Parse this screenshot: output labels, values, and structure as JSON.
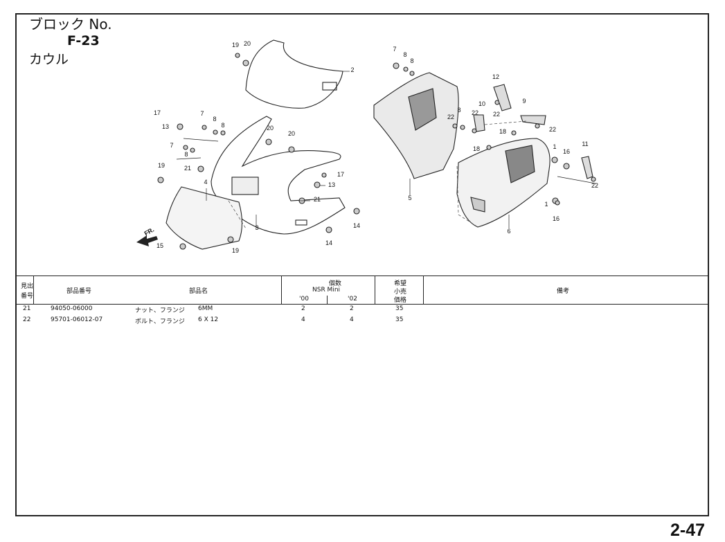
{
  "header": {
    "block_label": "ブロック No.",
    "block_code": "F-23",
    "section_name": "カウル"
  },
  "diagram": {
    "callouts": [
      "1",
      "1",
      "2",
      "3",
      "4",
      "5",
      "6",
      "7",
      "7",
      "7",
      "8",
      "8",
      "8",
      "8",
      "8",
      "8",
      "9",
      "10",
      "11",
      "12",
      "13",
      "13",
      "14",
      "14",
      "15",
      "16",
      "16",
      "17",
      "17",
      "18",
      "18",
      "19",
      "19",
      "19",
      "20",
      "20",
      "20",
      "21",
      "21",
      "22",
      "22",
      "22",
      "22",
      "22"
    ],
    "direction_label": "FR."
  },
  "table": {
    "headers": {
      "ref_line1": "見出",
      "ref_line2": "番号",
      "part_no": "部品番号",
      "part_name": "部品名",
      "qty_line1": "個数",
      "qty_line2": "NSR Mini",
      "year_1": "'00",
      "year_2": "'02",
      "price_line1": "希望",
      "price_line2": "小売",
      "price_line3": "価格",
      "remarks": "備考"
    },
    "rows": [
      {
        "ref": "21",
        "part_no": "94050-06000",
        "name": "ナット、フランジ",
        "spec": "6MM",
        "qty_00": "2",
        "qty_02": "2",
        "price": "35"
      },
      {
        "ref": "22",
        "part_no": "95701-06012-07",
        "name": "ボルト、フランジ",
        "spec": "6 X 12",
        "qty_00": "4",
        "qty_02": "4",
        "price": "35"
      }
    ]
  },
  "page_number": "2-47"
}
